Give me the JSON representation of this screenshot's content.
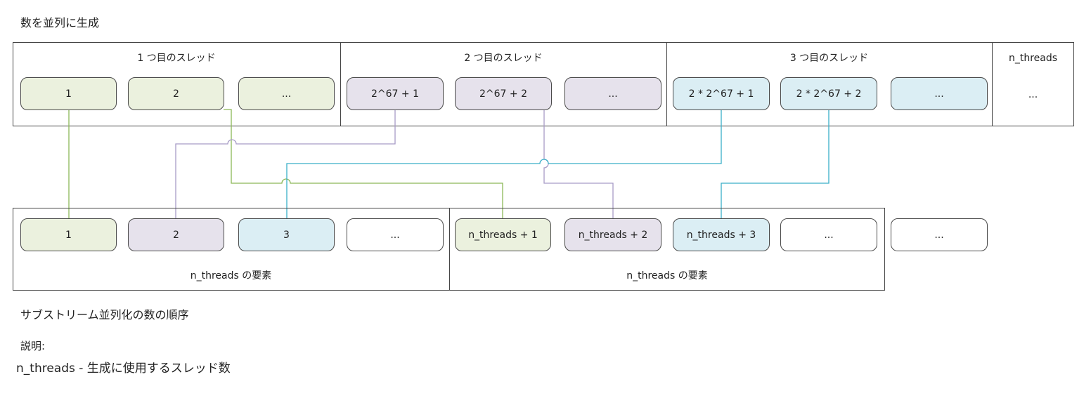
{
  "title": "数を並列に生成",
  "threads_header": {
    "thread1": "1 つ目のスレッド",
    "thread2": "2 つ目のスレッド",
    "thread3": "3 つ目のスレッド",
    "thread_n": "n_threads"
  },
  "top_row": {
    "t1": [
      "1",
      "2",
      "..."
    ],
    "t2": [
      "2^67 + 1",
      "2^67 + 2",
      "..."
    ],
    "t3": [
      "2 * 2^67 + 1",
      "2 * 2^67 + 2",
      "..."
    ],
    "tn": "..."
  },
  "bottom_row": {
    "group1": [
      "1",
      "2",
      "3",
      "..."
    ],
    "group2": [
      "n_threads + 1",
      "n_threads + 2",
      "n_threads + 3",
      "..."
    ],
    "extra": "...",
    "group_label": "n_threads の要素"
  },
  "caption": "サブストリーム並列化の数の順序",
  "legend": {
    "heading": "説明:",
    "text": "n_threads - 生成に使用するスレッド数"
  },
  "colors": {
    "green_fill": "#ebf1de",
    "purple_fill": "#e6e2ec",
    "blue_fill": "#dbeef4",
    "green_line": "#8cb858",
    "purple_line": "#a79cc6",
    "blue_line": "#3aafc8"
  }
}
